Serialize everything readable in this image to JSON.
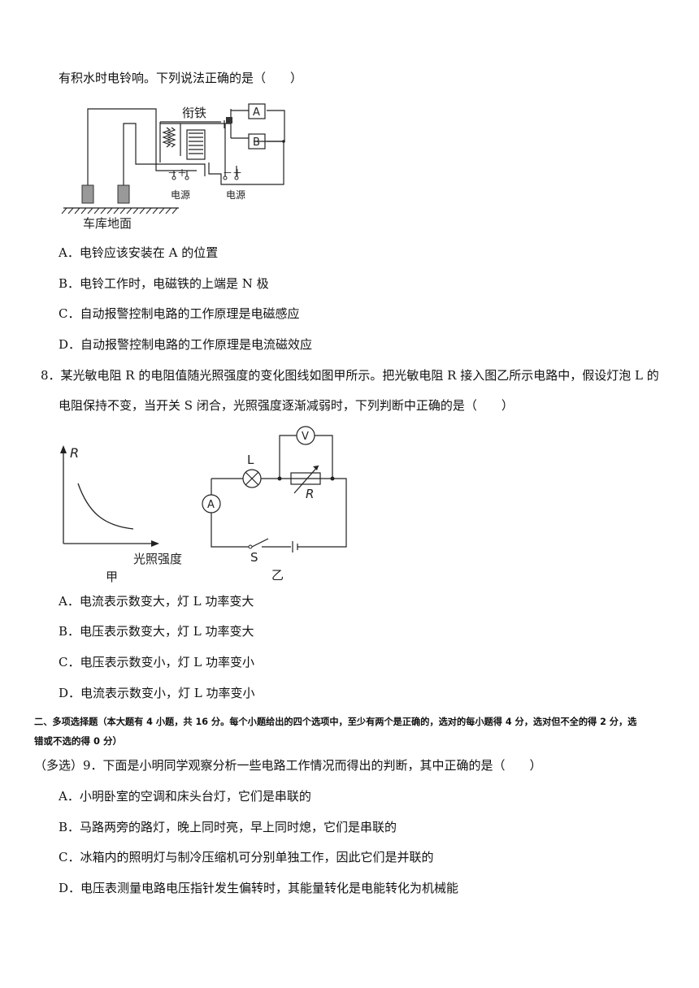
{
  "q7": {
    "stem_tail": "有积水时电铃响。下列说法正确的是（　　）",
    "figure": {
      "label_armature": "衔铁",
      "label_a": "A",
      "label_b": "B",
      "power1_polarity": "－＋",
      "power1_label": "电源",
      "power2_polarity": "－＋",
      "power2_label": "电源",
      "floor_label": "车库地面"
    },
    "options": [
      "A．电铃应该安装在 A 的位置",
      "B．电铃工作时，电磁铁的上端是 N 极",
      "C．自动报警控制电路的工作原理是电磁感应",
      "D．自动报警控制电路的工作原理是电流磁效应"
    ]
  },
  "q8": {
    "stem_line1": "8．某光敏电阻 R 的电阻值随光照强度的变化图线如图甲所示。把光敏电阻 R 接入图乙所示电路中，假设灯泡 L 的",
    "stem_line2": "电阻保持不变，当开关 S 闭合，光照强度逐渐减弱时，下列判断中正确的是（　　）",
    "graph": {
      "y_label": "R",
      "x_label": "光照强度",
      "caption": "甲"
    },
    "circuit": {
      "lamp_label": "L",
      "voltmeter_label": "V",
      "ammeter_label": "A",
      "resistor_label": "R",
      "switch_label": "S",
      "caption": "乙"
    },
    "options": [
      "A．电流表示数变大，灯 L 功率变大",
      "B．电压表示数变大，灯 L 功率变大",
      "C．电压表示数变小，灯 L 功率变小",
      "D．电流表示数变小，灯 L 功率变小"
    ]
  },
  "section2": {
    "line1": "二、多项选择题（本大题有 4 小题，共 16 分。每个小题给出的四个选项中，至少有两个是正确的，选对的每小题得 4 分，选对但不全的得 2 分，选",
    "line2": "错或不选的得 0 分）"
  },
  "q9": {
    "stem": "（多选）9．下面是小明同学观察分析一些电路工作情况而得出的判断，其中正确的是（　　）",
    "options": [
      "A．小明卧室的空调和床头台灯，它们是串联的",
      "B．马路两旁的路灯，晚上同时亮，早上同时熄，它们是串联的",
      "C．冰箱内的照明灯与制冷压缩机可分别单独工作，因此它们是并联的",
      "D．电压表测量电路电压指针发生偏转时，其能量转化是电能转化为机械能"
    ]
  }
}
